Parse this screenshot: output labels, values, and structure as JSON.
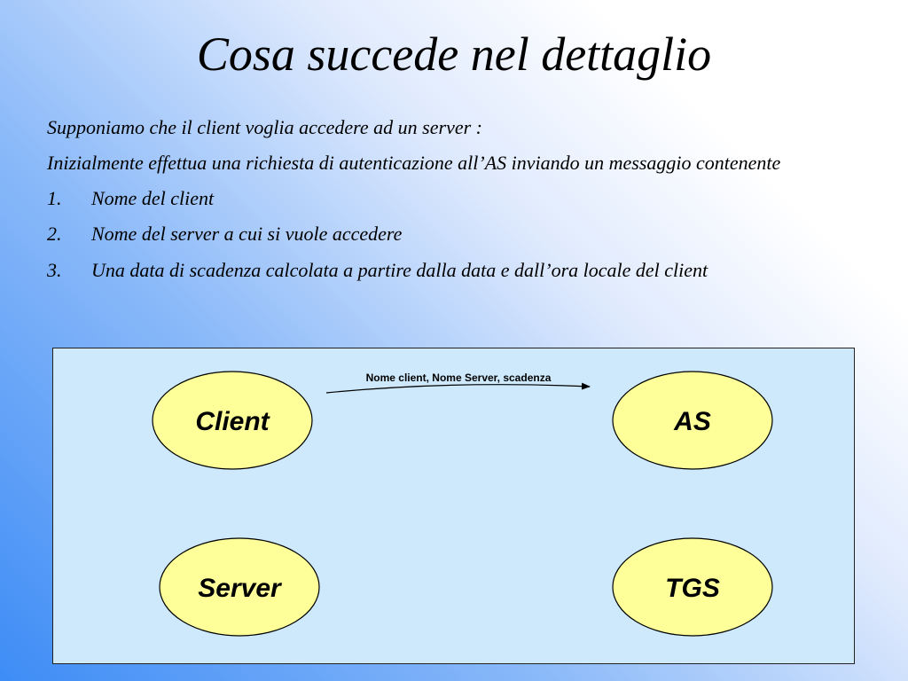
{
  "slide": {
    "title": "Cosa succede nel dettaglio",
    "intro": [
      "Supponiamo che il client voglia accedere ad un server :",
      "Inizialmente effettua una richiesta di autenticazione all’AS inviando un messaggio contenente"
    ],
    "list": [
      {
        "number": "1.",
        "text": "Nome del client"
      },
      {
        "number": "2.",
        "text": "Nome del server a cui si vuole accedere"
      },
      {
        "number": "3.",
        "text": "Una data di scadenza calcolata a partire dalla data e dall’ora locale del client"
      }
    ]
  },
  "diagram": {
    "nodes": {
      "client": "Client",
      "as": "AS",
      "server": "Server",
      "tgs": "TGS"
    },
    "edges": [
      {
        "from": "client",
        "to": "as",
        "label": "Nome client, Nome Server, scadenza"
      }
    ],
    "colors": {
      "node_fill": "#ffff99",
      "diagram_background": "#cde9fb"
    }
  }
}
